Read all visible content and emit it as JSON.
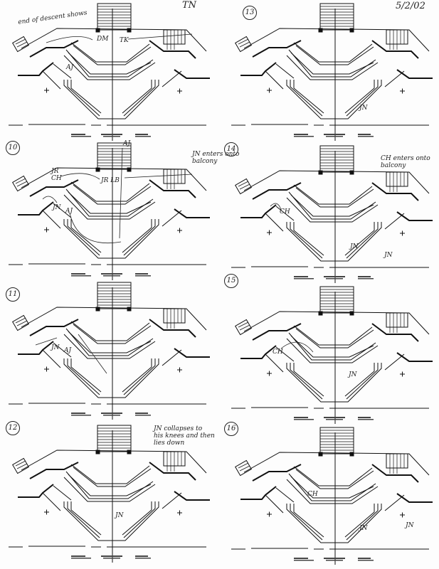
{
  "date": "5/2/02",
  "initials": "TN",
  "panels": [
    {
      "number": "",
      "notes": [
        "end of descent shows",
        "DM",
        "TK",
        "AJ"
      ]
    },
    {
      "number": "13",
      "notes": [
        "JN"
      ]
    },
    {
      "number": "10",
      "notes": [
        "AJ",
        "JN enters onto\nbalcony",
        "JR\nCH",
        "JR LB",
        "JN",
        "AJ"
      ]
    },
    {
      "number": "14",
      "notes": [
        "CH enters onto\nbalcony",
        "CH",
        "JN",
        "JN"
      ]
    },
    {
      "number": "11",
      "notes": [
        "JN",
        "AJ"
      ]
    },
    {
      "number": "15",
      "notes": [
        "CH",
        "JN"
      ]
    },
    {
      "number": "12",
      "notes": [
        "JN collapses to\nhis knees and then\nlies down",
        "JN"
      ]
    },
    {
      "number": "16",
      "notes": [
        "CH",
        "JN",
        "JN"
      ]
    }
  ]
}
